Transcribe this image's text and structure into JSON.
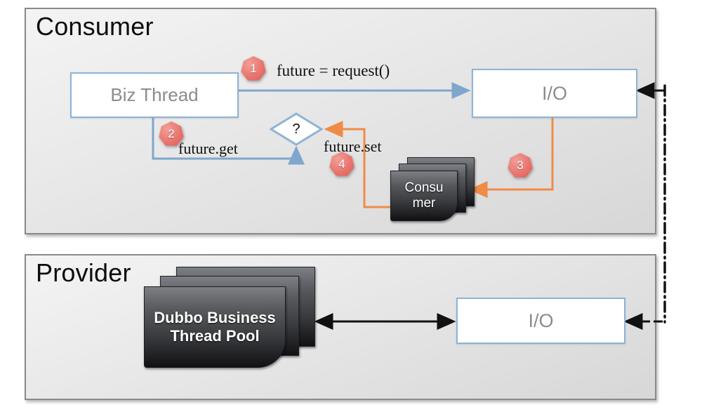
{
  "diagram": {
    "title_consumer": "Consumer",
    "title_provider": "Provider"
  },
  "consumer": {
    "panel_label": "Consumer",
    "biz_thread_label": "Biz Thread",
    "io_label": "I/O",
    "decision_label": "?",
    "consumer_card_line1": "Consu",
    "consumer_card_line2": "mer",
    "labels": {
      "future_request": "future = request()",
      "future_get": "future.get",
      "future_set": "future.set"
    },
    "badges": {
      "one": "1",
      "two": "2",
      "three": "3",
      "four": "4"
    }
  },
  "provider": {
    "panel_label": "Provider",
    "io_label": "I/O",
    "thread_pool_line1": "Dubbo Business",
    "thread_pool_line2": "Thread Pool"
  },
  "colors": {
    "panel_border": "#8a8a8a",
    "box_border": "#8db3d6",
    "blue_wire": "#7fa6cd",
    "orange_wire": "#ef8b47",
    "black_wire": "#111111",
    "badge_fill": "#e8726b",
    "box_text": "#8c8c8c"
  }
}
